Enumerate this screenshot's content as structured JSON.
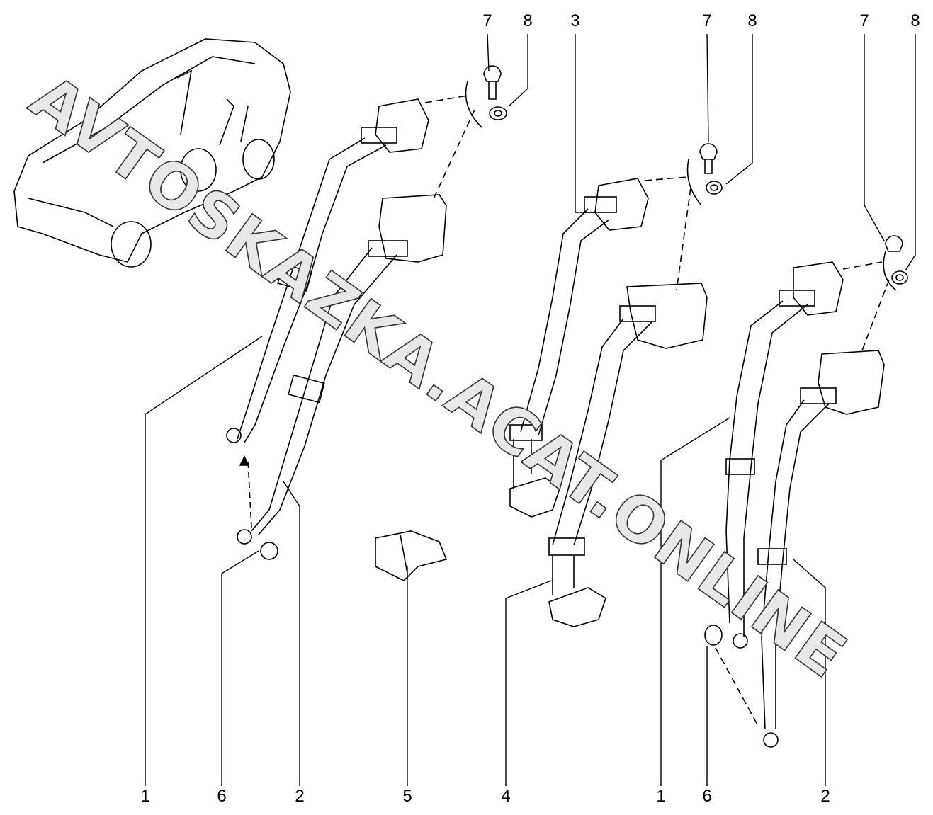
{
  "diagram": {
    "callouts_top": [
      "7",
      "8",
      "3",
      "7",
      "8",
      "7",
      "8"
    ],
    "callouts_bottom": [
      "1",
      "6",
      "2",
      "5",
      "4",
      "1",
      "6",
      "2"
    ],
    "watermark": "AVTOSKAZKA.ACAT.ONLINE"
  }
}
